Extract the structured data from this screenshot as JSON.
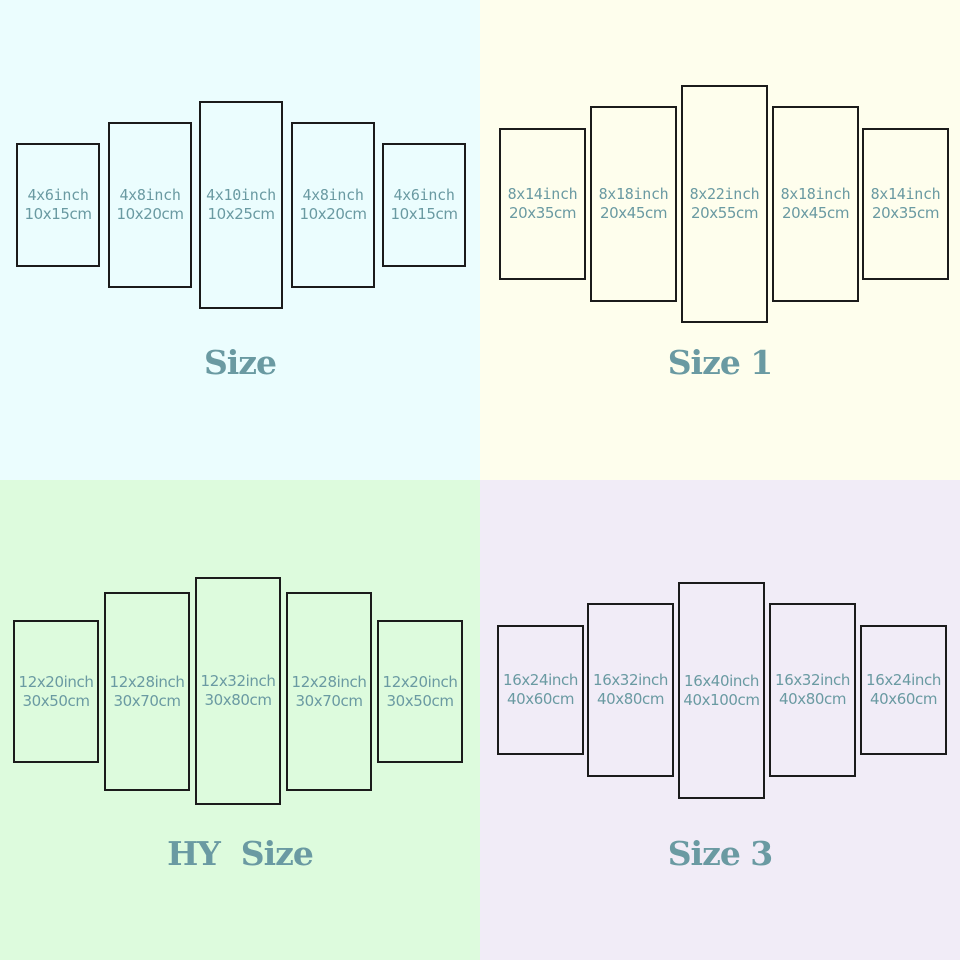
{
  "quadrants": [
    {
      "background": "#ebfdfe",
      "title": "Size",
      "panels": [
        {
          "inch": "4x6inch",
          "cm": "10x15cm"
        },
        {
          "inch": "4x8inch",
          "cm": "10x20cm"
        },
        {
          "inch": "4x10inch",
          "cm": "10x25cm"
        },
        {
          "inch": "4x8inch",
          "cm": "10x20cm"
        },
        {
          "inch": "4x6inch",
          "cm": "10x15cm"
        }
      ]
    },
    {
      "background": "#fefeed",
      "title": "Size 1",
      "panels": [
        {
          "inch": "8x14inch",
          "cm": "20x35cm"
        },
        {
          "inch": "8x18inch",
          "cm": "20x45cm"
        },
        {
          "inch": "8x22inch",
          "cm": "20x55cm"
        },
        {
          "inch": "8x18inch",
          "cm": "20x45cm"
        },
        {
          "inch": "8x14inch",
          "cm": "20x35cm"
        }
      ]
    },
    {
      "background": "#ddfbdd",
      "title": "HY  Size",
      "panels": [
        {
          "inch": "12x20inch",
          "cm": "30x50cm"
        },
        {
          "inch": "12x28inch",
          "cm": "30x70cm"
        },
        {
          "inch": "12x32inch",
          "cm": "30x80cm"
        },
        {
          "inch": "12x28inch",
          "cm": "30x70cm"
        },
        {
          "inch": "12x20inch",
          "cm": "30x50cm"
        }
      ]
    },
    {
      "background": "#f1ecf7",
      "title": "Size 3",
      "panels": [
        {
          "inch": "16x24inch",
          "cm": "40x60cm"
        },
        {
          "inch": "16x32inch",
          "cm": "40x80cm"
        },
        {
          "inch": "16x40inch",
          "cm": "40x100cm"
        },
        {
          "inch": "16x32inch",
          "cm": "40x80cm"
        },
        {
          "inch": "16x24inch",
          "cm": "40x60cm"
        }
      ]
    }
  ]
}
